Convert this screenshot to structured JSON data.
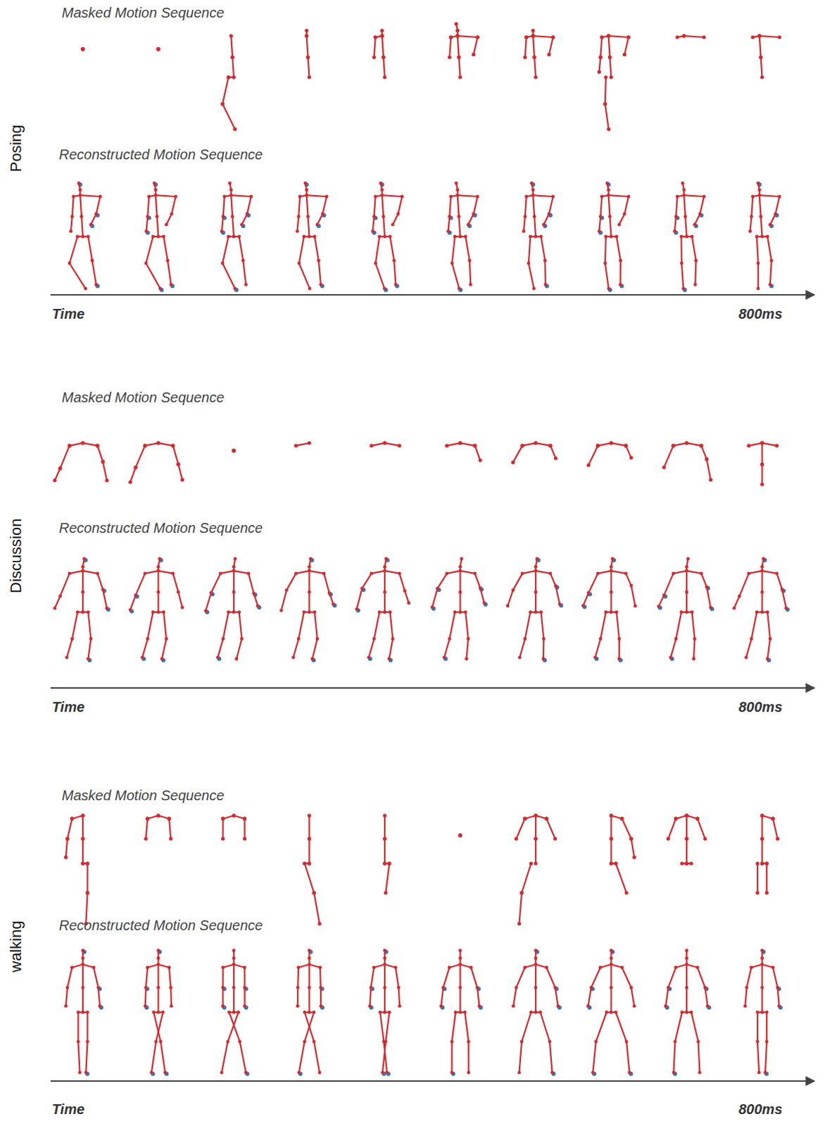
{
  "diagram": {
    "labels": [
      "Posing",
      "Masked Motion Sequence",
      "Reconstructed Motion Sequence",
      "Time",
      "800ms",
      "Discussion",
      "Masked Motion Sequence",
      "Reconstructed Motion Sequence",
      "Time",
      "800ms",
      "walking",
      "Masked Motion Sequence",
      "Reconstructed Motion Sequence",
      "Time",
      "800ms"
    ]
  }
}
